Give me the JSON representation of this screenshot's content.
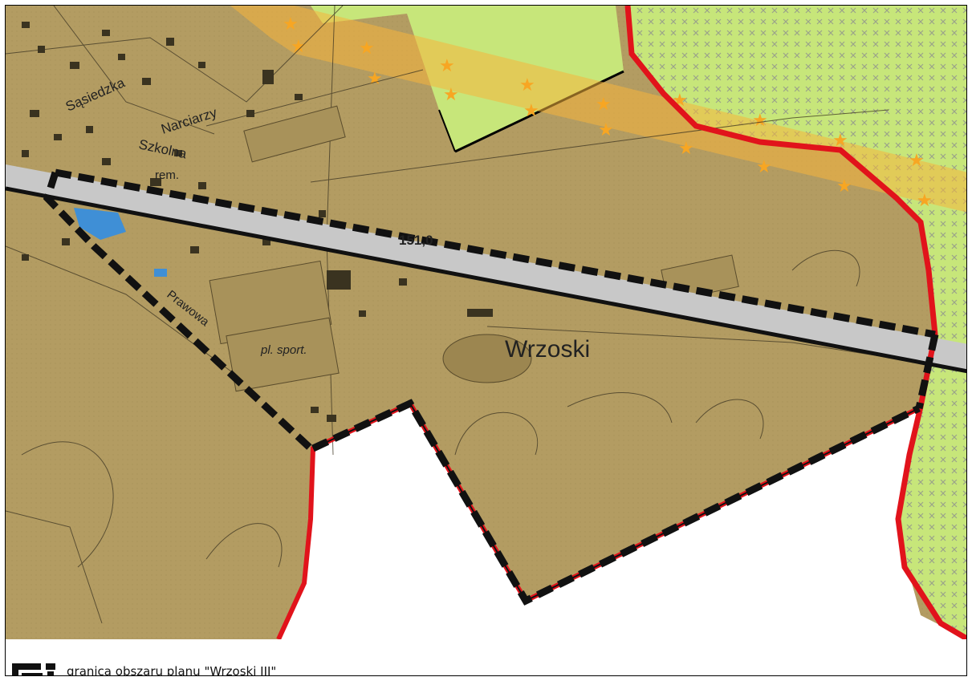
{
  "map": {
    "place_name": "Wrzoski",
    "street_labels": [
      "Sąsiedzka",
      "Narciarzy",
      "Szkolna",
      "Prawowa"
    ],
    "other_labels": [
      "rem.",
      "pl. sport.",
      "151,0"
    ],
    "colors": {
      "terrain": "#b39c62",
      "forest": "#c7e67a",
      "road": "#c8c8c8",
      "boundary_red": "#e1131b",
      "plan_boundary": "#111111",
      "corridor": "#f5b43c",
      "water": "#3f8fd6",
      "buildings": "#3a3320"
    }
  },
  "legend": {
    "label": "granica obszaru planu \"Wrzoski III\""
  }
}
